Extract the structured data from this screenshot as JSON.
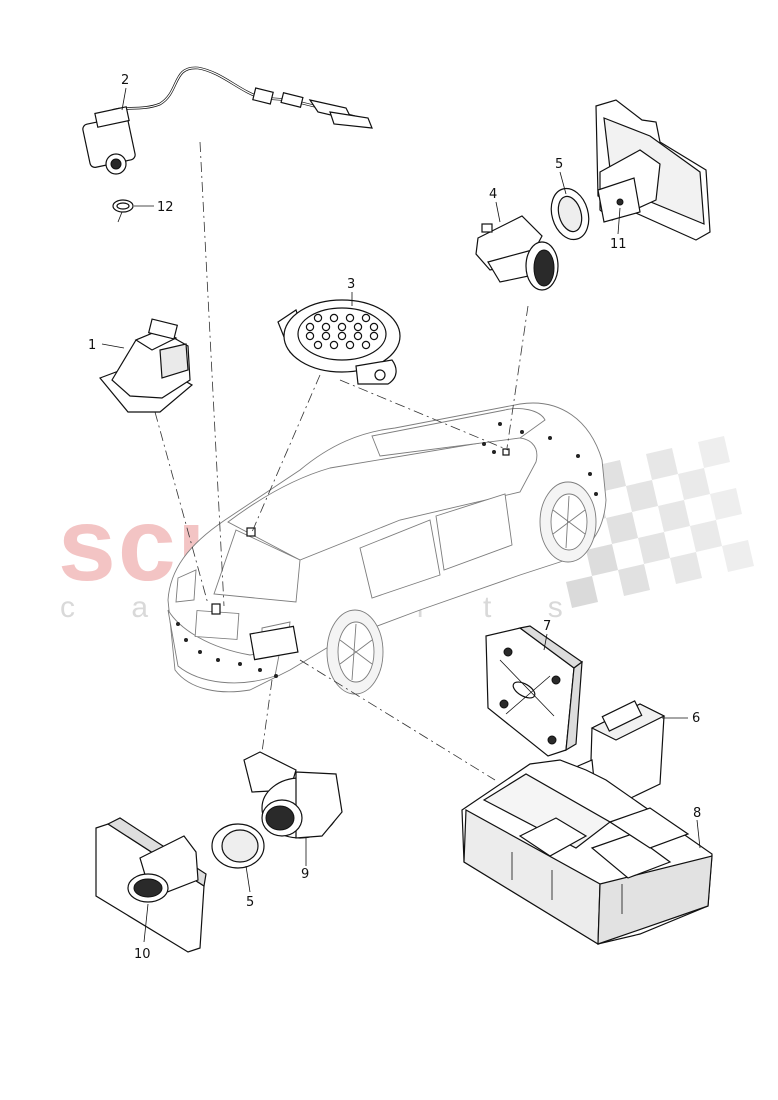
{
  "watermark": {
    "brand": "scuderia",
    "tagline": "c a r p a r t s",
    "color_brand": "#f3c4c4",
    "color_tagline": "#d9d9d9",
    "checker_color": "#d6d6d6"
  },
  "callouts": [
    {
      "id": "1",
      "label": "1",
      "part": "reversing-camera-bracket"
    },
    {
      "id": "2",
      "label": "2",
      "part": "reversing-camera-with-wiring"
    },
    {
      "id": "3",
      "label": "3",
      "part": "buzzer-speaker"
    },
    {
      "id": "4",
      "label": "4",
      "part": "front-parking-sensor"
    },
    {
      "id": "5a",
      "label": "5",
      "part": "sensor-seal-ring-front"
    },
    {
      "id": "5b",
      "label": "5",
      "part": "sensor-seal-ring-rear"
    },
    {
      "id": "6",
      "label": "6",
      "part": "parking-aid-control-unit"
    },
    {
      "id": "7",
      "label": "7",
      "part": "control-unit-bracket"
    },
    {
      "id": "8",
      "label": "8",
      "part": "foam-insert-tray"
    },
    {
      "id": "9",
      "label": "9",
      "part": "rear-parking-sensor"
    },
    {
      "id": "10",
      "label": "10",
      "part": "rear-sensor-holder"
    },
    {
      "id": "11",
      "label": "11",
      "part": "front-sensor-holder"
    },
    {
      "id": "12",
      "label": "12",
      "part": "camera-o-ring"
    }
  ]
}
